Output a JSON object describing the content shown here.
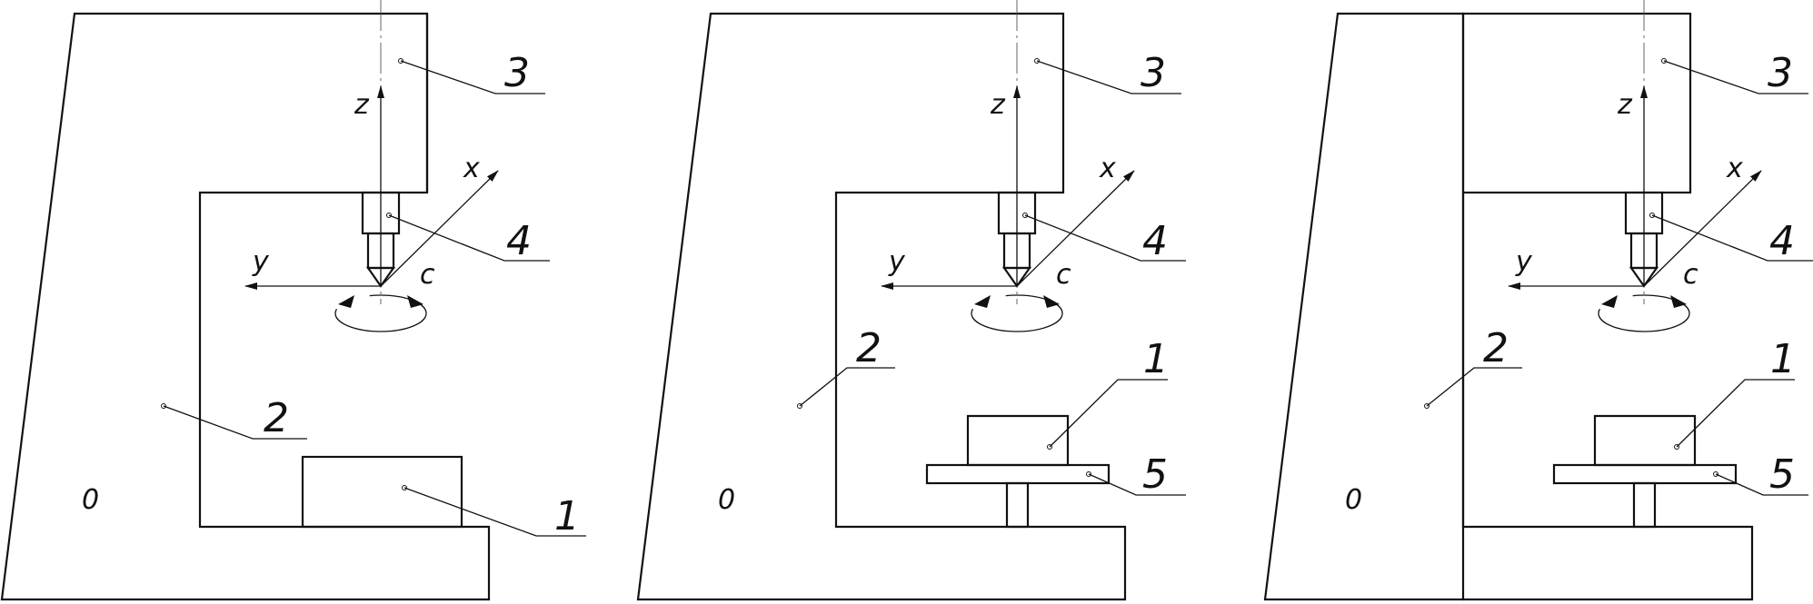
{
  "colors": {
    "line": "#111111",
    "background": "#ffffff",
    "centerline": "#555555"
  },
  "labels": {
    "part": "1",
    "frame": "2",
    "spindle_head": "3",
    "tool": "4",
    "table": "5",
    "base": "0",
    "axis_x": "x",
    "axis_y": "y",
    "axis_z": "z",
    "rotation_c": "c"
  },
  "panels": [
    {
      "id": "panel-1"
    },
    {
      "id": "panel-2"
    },
    {
      "id": "panel-3"
    }
  ]
}
